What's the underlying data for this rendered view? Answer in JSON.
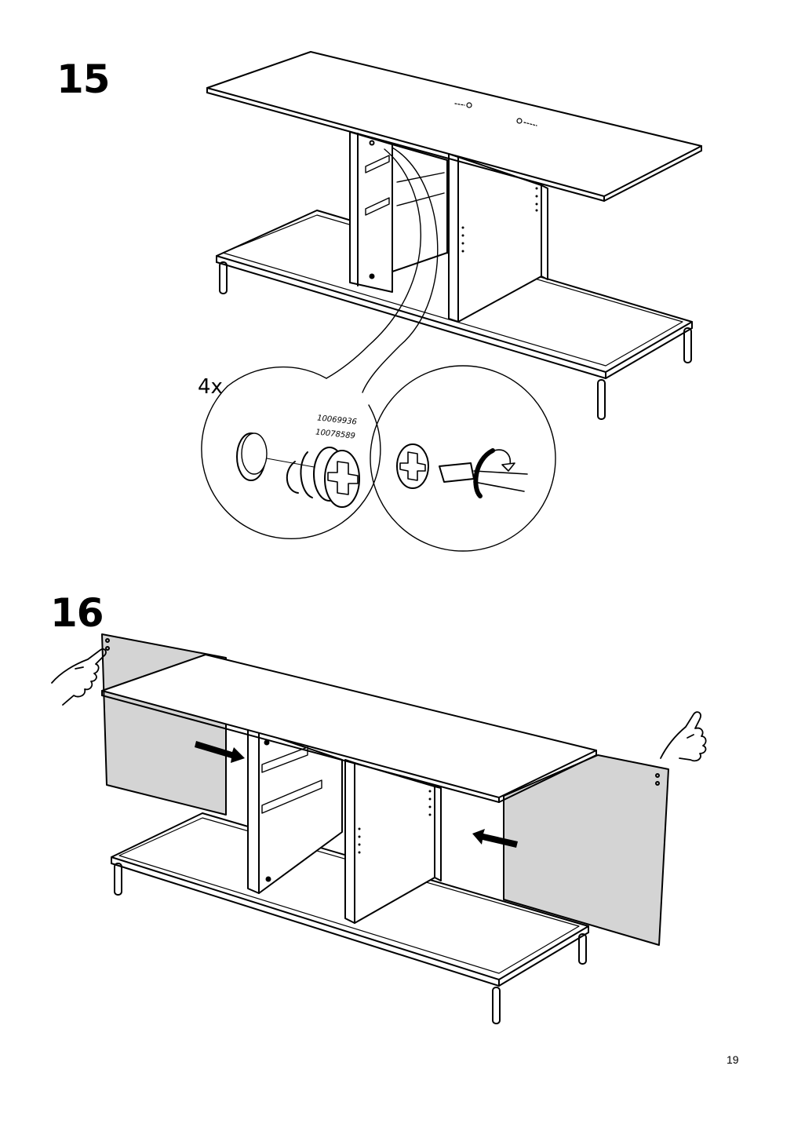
{
  "steps": [
    {
      "number": "15",
      "quantity": "4x",
      "part_numbers": [
        "10069936",
        "10078589"
      ]
    },
    {
      "number": "16"
    }
  ],
  "page_number": "19"
}
